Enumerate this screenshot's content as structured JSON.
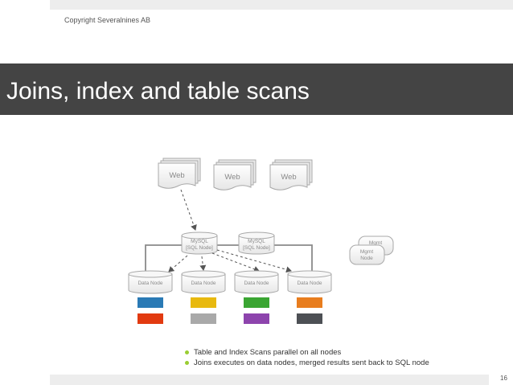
{
  "header": {
    "copyright": "Copyright Severalnines AB"
  },
  "slide": {
    "title": "Joins, index and table scans",
    "page_number": "16"
  },
  "diagram": {
    "web_nodes": [
      "Web",
      "Web",
      "Web"
    ],
    "sql_nodes": [
      {
        "line1": "MySQL",
        "line2": "[SQL Node]"
      },
      {
        "line1": "MySQL",
        "line2": "[SQL Node]"
      }
    ],
    "mgmt_nodes": [
      {
        "line1": "Mgmt",
        "line2": ""
      },
      {
        "line1": "Mgmt",
        "line2": "Node"
      }
    ],
    "data_nodes": [
      "Data Node",
      "Data Node",
      "Data Node",
      "Data Node"
    ],
    "partition_colors": [
      [
        "#2a7ab5",
        "#e8b90f",
        "#3aa532",
        "#e87d1e"
      ],
      [
        "#e23a10",
        "#a9a9a9",
        "#8d44ad",
        "#4d5055"
      ]
    ]
  },
  "bullets": [
    "Table and Index Scans parallel on all nodes",
    "Joins executes on data nodes, merged results sent back to SQL node"
  ]
}
